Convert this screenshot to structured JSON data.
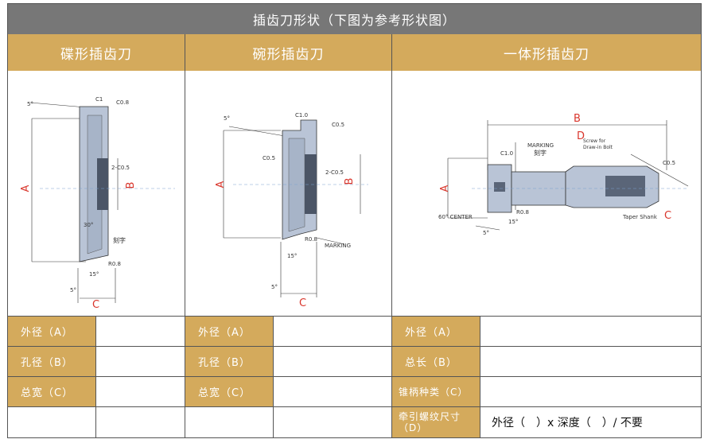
{
  "title": "插齿刀形状（下图为参考形状图）",
  "columns": [
    {
      "header": "碟形插齿刀"
    },
    {
      "header": "碗形插齿刀"
    },
    {
      "header": "一体形插齿刀"
    }
  ],
  "drawing_labels": {
    "disc": {
      "A": "A",
      "B": "B",
      "C": "C",
      "c1": "C1",
      "c08": "C0.8",
      "deg5": "5°",
      "c05": "2-C0.5",
      "deg30": "30°",
      "kezi": "刻字",
      "r08": "R0.8",
      "deg15": "15°",
      "deg5b": "5°"
    },
    "bowl": {
      "A": "A",
      "B": "B",
      "C": "C",
      "c10": "C1.0",
      "c05a": "C0.5",
      "c05b": "C0.5",
      "c05c": "2-C0.5",
      "deg5": "5°",
      "r08": "R0.8",
      "marking": "MARKING",
      "deg15": "15°",
      "deg5b": "5°"
    },
    "shank": {
      "A": "A",
      "B": "B",
      "C": "C",
      "D": "D",
      "c10": "C1.0",
      "marking": "MARKING",
      "kezi": "刻字",
      "screw": "Screw for",
      "drawin": "Draw-in Bolt",
      "center": "60° CENTER",
      "r08": "R0.8",
      "taper": "Taper Shank",
      "deg5": "5°",
      "deg15": "15°",
      "c05": "C0.5"
    }
  },
  "rows": {
    "disc": [
      {
        "label": "外径（A）",
        "value": ""
      },
      {
        "label": "孔径（B）",
        "value": ""
      },
      {
        "label": "总宽（C）",
        "value": ""
      },
      {
        "label": "",
        "value": ""
      }
    ],
    "bowl": [
      {
        "label": "外径（A）",
        "value": ""
      },
      {
        "label": "孔径（B）",
        "value": ""
      },
      {
        "label": "总宽（C）",
        "value": ""
      },
      {
        "label": "",
        "value": ""
      }
    ],
    "shank": [
      {
        "label": "外径（A）",
        "value": ""
      },
      {
        "label": "总长（B）",
        "value": ""
      },
      {
        "label": "锥柄种类（C）",
        "value": ""
      },
      {
        "label": "牵引螺纹尺寸（D）",
        "value": "外径（　）x 深度（　）/ 不要"
      }
    ]
  },
  "colors": {
    "title_bg": "#777777",
    "header_bg": "#d4aa5c",
    "label_text": "#ffffff",
    "dimension_red": "#d9352b"
  }
}
